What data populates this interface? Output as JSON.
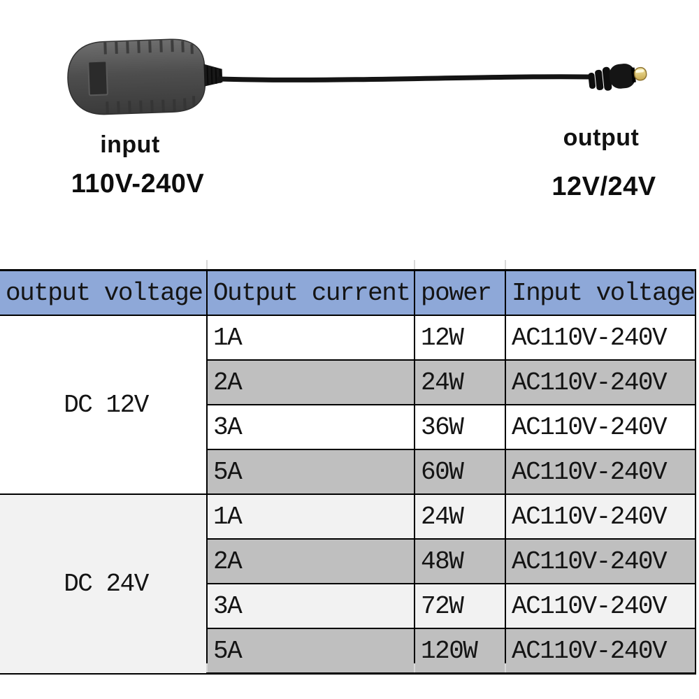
{
  "colors": {
    "header_bg": "#8EA8D8",
    "row_dark": "#BFBFBF",
    "row_light": "#F2F2F2",
    "row_white": "#FFFFFF",
    "selected_cell_border": "#1F7246",
    "adapter_body": "#4A4A4A",
    "cable_black": "#141414",
    "plug_tip_gold": "#E3CF7A"
  },
  "figure": {
    "adapter_icon": "wall-power-adapter-icon",
    "cable_icon": "power-cable-icon",
    "plug_icon": "dc-barrel-plug-icon",
    "input_label": "input",
    "input_value": "110V-240V",
    "output_label": "output",
    "output_value": "12V/24V"
  },
  "table": {
    "headers": [
      "output voltage",
      "Output current",
      "power",
      "Input voltage"
    ],
    "groups": [
      {
        "voltage": "DC   12V",
        "rows": [
          {
            "current": "1A",
            "power": "12W",
            "input": "AC110V-240V"
          },
          {
            "current": "2A",
            "power": "24W",
            "input": "AC110V-240V"
          },
          {
            "current": "3A",
            "power": "36W",
            "input": "AC110V-240V"
          },
          {
            "current": "5A",
            "power": "60W",
            "input": "AC110V-240V"
          }
        ]
      },
      {
        "voltage": "DC   24V",
        "rows": [
          {
            "current": "1A",
            "power": "24W",
            "input": "AC110V-240V"
          },
          {
            "current": "2A",
            "power": "48W",
            "input": "AC110V-240V"
          },
          {
            "current": "3A",
            "power": "72W",
            "input": "AC110V-240V"
          },
          {
            "current": "5A",
            "power": "120W",
            "input": "AC110V-240V"
          }
        ]
      }
    ]
  }
}
